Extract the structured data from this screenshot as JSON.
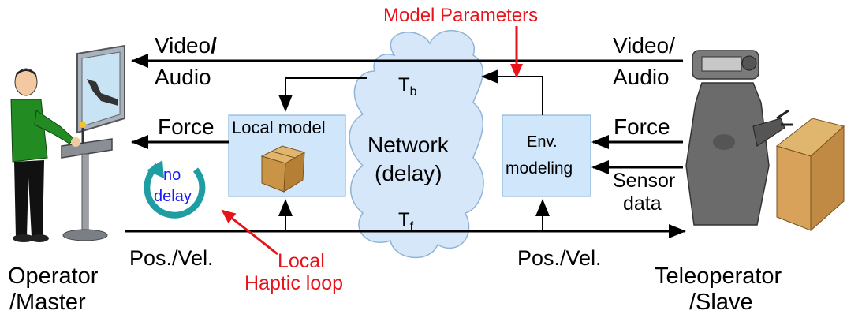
{
  "labels": {
    "model_parameters": "Model Parameters",
    "video_left_1": "Video",
    "video_left_slash": "/",
    "audio_left": "Audio",
    "video_right": "Video/",
    "audio_right": "Audio",
    "force_left": "Force",
    "force_right": "Force",
    "sensor_1": "Sensor",
    "sensor_2": "data",
    "local_model": "Local model",
    "env_1": "Env.",
    "env_2": "modeling",
    "network_1": "Network",
    "network_2": "(delay)",
    "tb_main": "T",
    "tb_sub": "b",
    "tf_main": "T",
    "tf_sub": "f",
    "no": "no",
    "delay": "delay",
    "posvel_left": "Pos./Vel.",
    "posvel_right": "Pos./Vel.",
    "local": "Local",
    "haptic_loop": "Haptic loop",
    "operator_1": "Operator",
    "operator_2": "/Master",
    "teleop_1": "Teleoperator",
    "teleop_2": "/Slave"
  },
  "colors": {
    "annotation_red": "#e8121b",
    "box_fill": "#cfe6fb",
    "cloud_fill": "#d5e7f8",
    "loop_teal": "#1e9ea2",
    "no_delay_blue": "#1a1aff",
    "operator_shirt": "#228b22",
    "robot_gray": "#6b6b6b",
    "cardboard": "#d2a056"
  },
  "icons": [
    "operator-figure",
    "haptic-device-icon",
    "monitor-icon",
    "cardboard-box-icon",
    "robot-figure",
    "circular-arrow-icon"
  ]
}
